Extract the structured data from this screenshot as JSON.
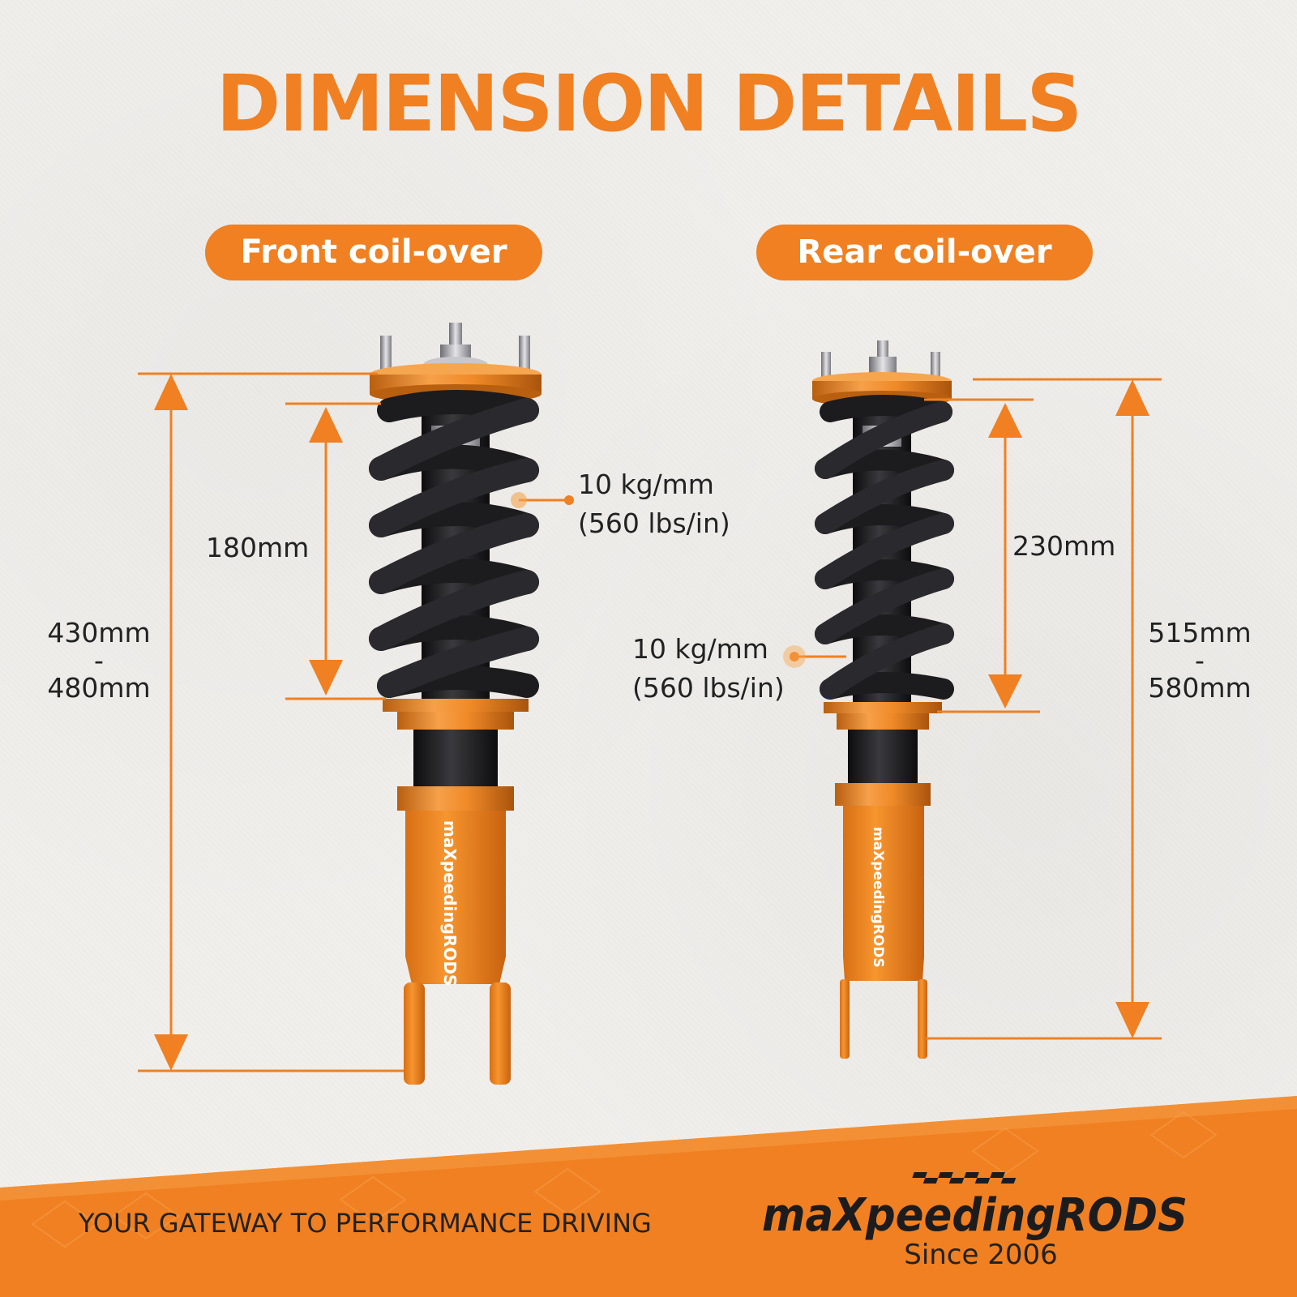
{
  "title": "DIMENSION DETAILS",
  "front": {
    "heading": "Front coil-over",
    "spring_length": "180mm",
    "overall_length": [
      "430mm",
      "-",
      "480mm"
    ],
    "spring_rate": [
      "10 kg/mm",
      "(560 lbs/in)"
    ]
  },
  "rear": {
    "heading": "Rear coil-over",
    "spring_length": "230mm",
    "overall_length": [
      "515mm",
      "-",
      "580mm"
    ],
    "spring_rate": [
      "10 kg/mm",
      "(560 lbs/in)"
    ]
  },
  "footer": {
    "tagline": "YOUR GATEWAY TO PERFORMANCE DRIVING",
    "brand": "maXpeedingRODS",
    "since": "Since 2006"
  },
  "colors": {
    "accent": "#f08021",
    "spring": "#1c1c1e",
    "text": "#222222"
  }
}
